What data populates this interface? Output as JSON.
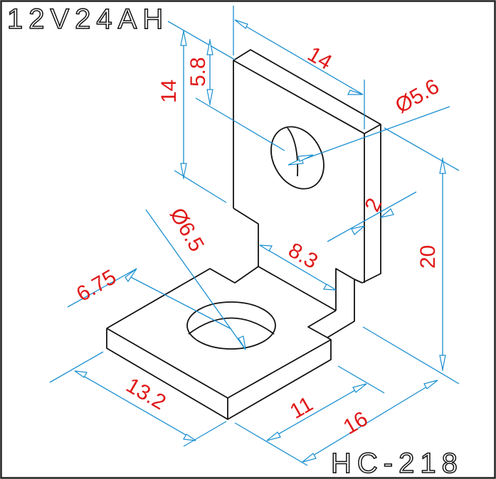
{
  "title": "12V24AH",
  "part_number": "HC-218",
  "dimensions": {
    "top_width": "14",
    "hole_small_dia": "Ø5.6",
    "plate_height": "14",
    "hole_offset": "5.8",
    "thickness": "2",
    "total_height": "20",
    "notch_width": "8.3",
    "hole_large_dia": "Ø6.5",
    "hole_large_offset": "6.75",
    "base_length": "13.2",
    "base_depth_inner": "11",
    "base_depth": "16"
  },
  "colors": {
    "dimension_text": "#e01818",
    "dimension_line": "#1a8fd0",
    "outline": "#111111"
  }
}
